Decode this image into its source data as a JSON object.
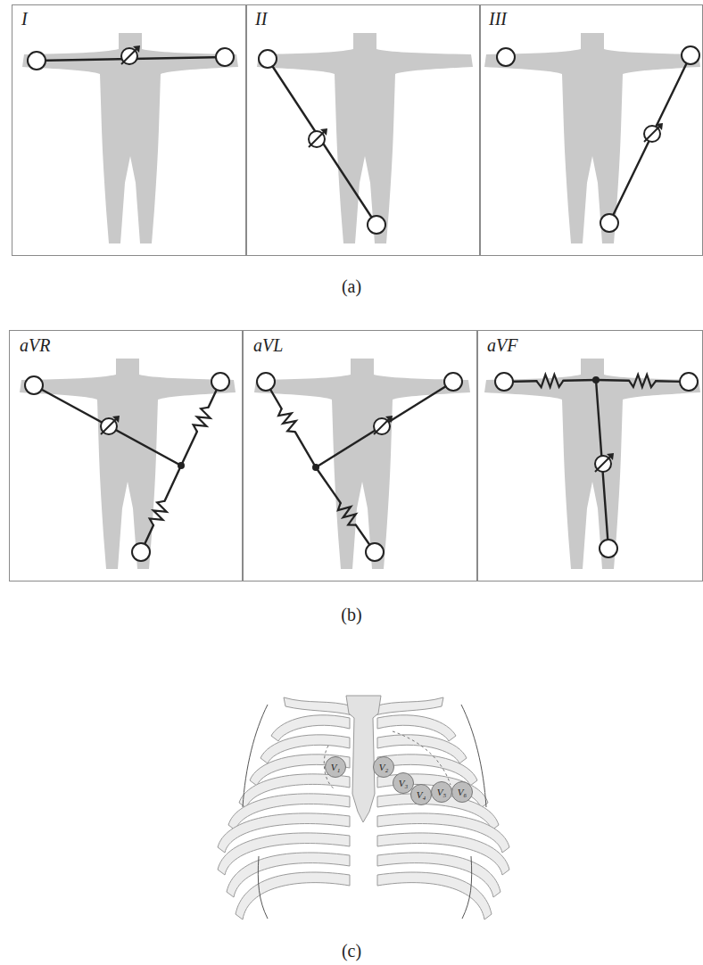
{
  "diagram": {
    "nodes": [
      {
        "text": [
          "V₁"
        ]
      },
      {
        "text": [
          "V₂"
        ]
      },
      {
        "text": [
          "V₃"
        ]
      },
      {
        "text": [
          "V₄"
        ]
      },
      {
        "text": [
          "V₅"
        ]
      },
      {
        "text": [
          "V₆"
        ]
      }
    ],
    "labels": [
      "I",
      "II",
      "III",
      "(a)",
      "aVR",
      "aVL",
      "aVF",
      "(b)",
      "(c)"
    ]
  }
}
